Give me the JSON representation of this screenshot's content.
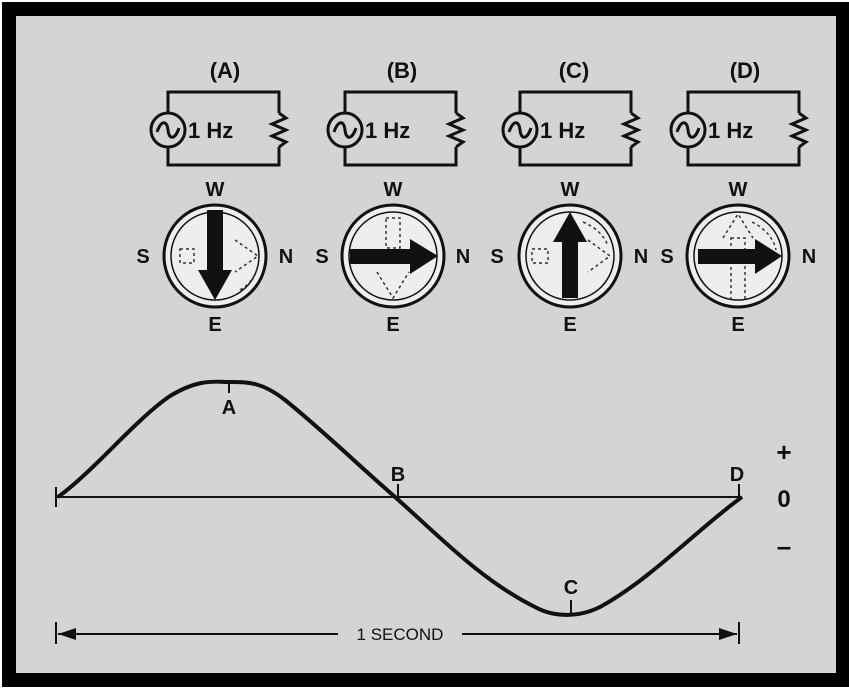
{
  "panels": [
    {
      "label": "(A)",
      "source": "1 Hz",
      "compass": {
        "north": "N",
        "south": "S",
        "east": "E",
        "west": "W"
      },
      "needle_direction": "down"
    },
    {
      "label": "(B)",
      "source": "1 Hz",
      "compass": {
        "north": "N",
        "south": "S",
        "east": "E",
        "west": "W"
      },
      "needle_direction": "right"
    },
    {
      "label": "(C)",
      "source": "1 Hz",
      "compass": {
        "north": "N",
        "south": "S",
        "east": "E",
        "west": "W"
      },
      "needle_direction": "up"
    },
    {
      "label": "(D)",
      "source": "1 Hz",
      "compass": {
        "north": "N",
        "south": "S",
        "east": "E",
        "west": "W"
      },
      "needle_direction": "right"
    }
  ],
  "waveform": {
    "points": {
      "a": "A",
      "b": "B",
      "c": "C",
      "d": "D"
    },
    "polarity": {
      "plus": "+",
      "zero": "0",
      "minus": "–"
    },
    "duration_label": "1 SECOND"
  },
  "colors": {
    "background": "#d4d4d4",
    "border": "#000000",
    "ink": "#111111",
    "compass_face": "#eeeeee"
  }
}
